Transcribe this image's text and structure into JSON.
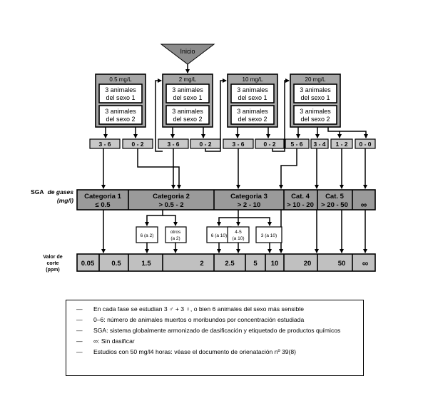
{
  "start": {
    "label": "Inicio"
  },
  "concentrations": [
    {
      "label": "0.5 mg/L",
      "sex1": [
        "3 animales",
        "del sexo 1"
      ],
      "sex2": [
        "3 animales",
        "del sexo 2"
      ]
    },
    {
      "label": "2  mg/L",
      "sex1": [
        "3 animales",
        "del sexo 1"
      ],
      "sex2": [
        "3 animales",
        "del sexo 2"
      ]
    },
    {
      "label": "10 mg/L",
      "sex1": [
        "3 animales",
        "del sexo 1"
      ],
      "sex2": [
        "3 animales",
        "del sexo 2"
      ]
    },
    {
      "label": "20 mg/L",
      "sex1": [
        "3 animales",
        "del sexo 1"
      ],
      "sex2": [
        "3 animales",
        "del sexo 2"
      ]
    }
  ],
  "outcomes": [
    "3 - 6",
    "0 - 2",
    "3 - 6",
    "0 - 2",
    "3 - 6",
    "0 - 2",
    "5 - 6",
    "3 - 4",
    "1 - 2",
    "0 - 0"
  ],
  "sga": {
    "label": "SGA",
    "label_italic": "de gases",
    "label_unit": "(mg/l)",
    "categories": [
      {
        "name": "Categoria 1",
        "range": "≤ 0.5"
      },
      {
        "name": "Categoria 2",
        "range": "> 0.5 - 2"
      },
      {
        "name": "Categoria 3",
        "range": "> 2 - 10"
      },
      {
        "name": "Cat.  4",
        "range": "> 10 - 20"
      },
      {
        "name": "Cat.  5",
        "range": "> 20 - 50"
      },
      {
        "name": "",
        "range": "∞"
      }
    ]
  },
  "sub_outcomes": [
    "6 (a 2)",
    "otros",
    "(a 2)",
    "6 (a 10)",
    "4-5",
    "(a 10)",
    "3 (a 10)"
  ],
  "cutoff": {
    "label": [
      "Valor de",
      "corte",
      "(ppm)"
    ],
    "values": [
      "0.05",
      "0.5",
      "1.5",
      "2",
      "2.5",
      "5",
      "10",
      "20",
      "50",
      "∞"
    ]
  },
  "legend": {
    "items": [
      "En cada fase se estudian 3 ♂ + 3 ♀, o bien 6 animales del sexo más sensible",
      "0–6: número de animales muertos o moribundos por concentración estudiada",
      "SGA: sistema globalmente armonizado de dasificación y etiquetado de productos químicos",
      "∞: Sin dasificar",
      "Estudios con 50 mg/l4 horas: véase el documento de orienatación nº 39(8)"
    ],
    "dash": "—"
  }
}
